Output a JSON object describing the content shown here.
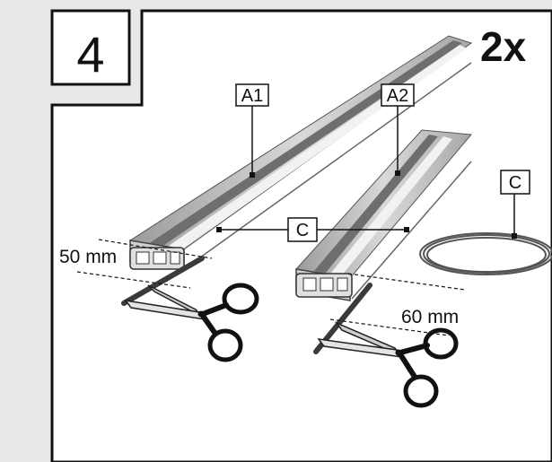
{
  "step": {
    "number": "4",
    "quantity": "2x"
  },
  "labels": {
    "profile_a1": "A1",
    "profile_a2": "A2",
    "cord_c_center": "C",
    "cord_c_coil": "C"
  },
  "dimensions": {
    "cut_left": "50 mm",
    "cut_right": "60 mm"
  },
  "colors": {
    "page_background": "#e8e8e8",
    "panel_background": "#ffffff",
    "outline": "#111111",
    "profile_gray": "#bdbdbd",
    "profile_shadow": "#7a7a7a",
    "cord_dark": "#3a3a3a"
  }
}
